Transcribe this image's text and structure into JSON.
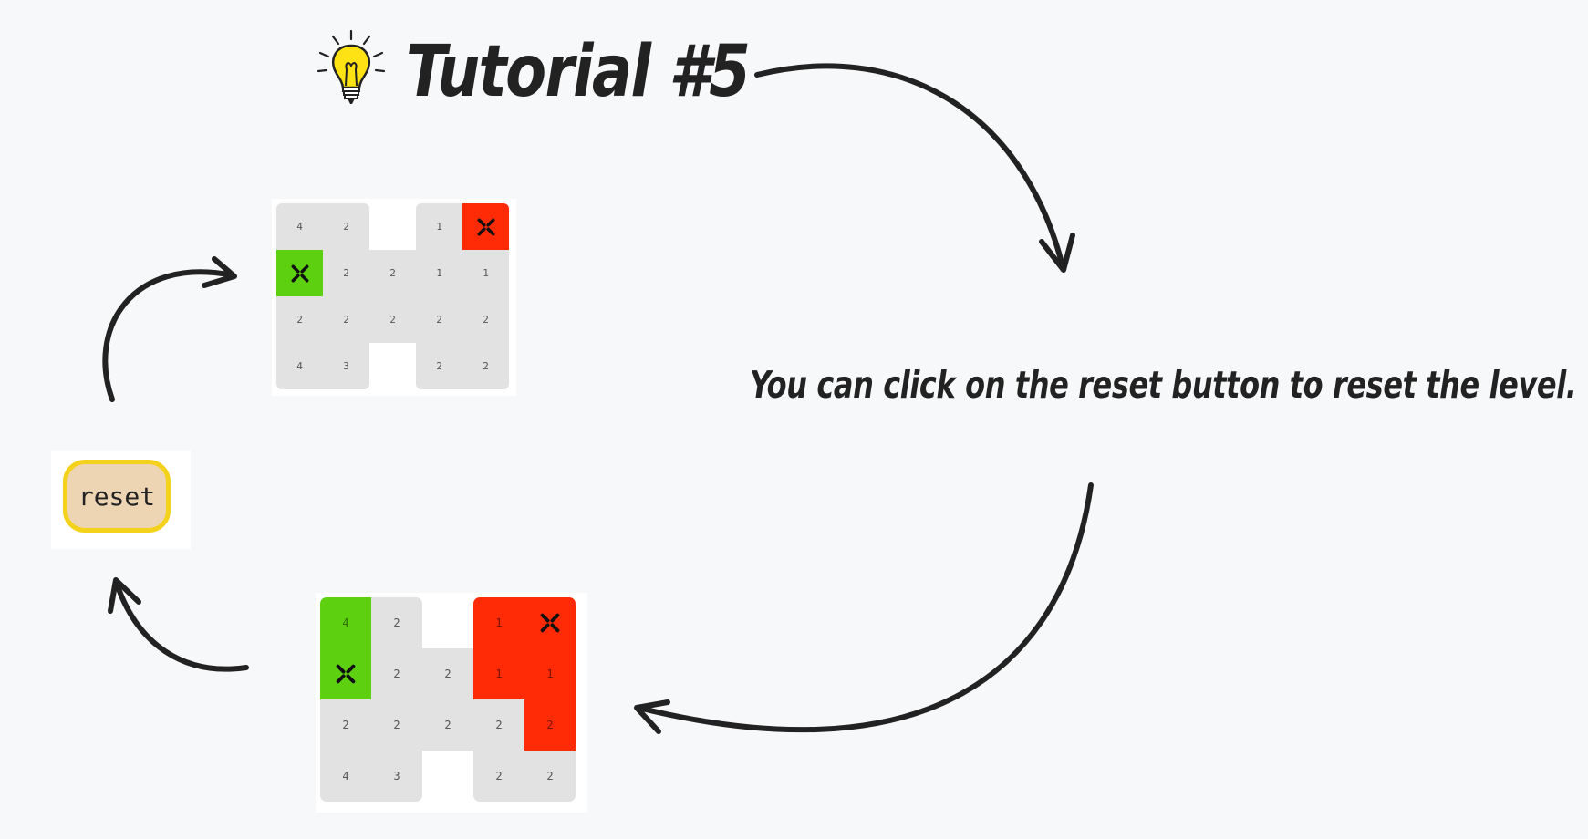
{
  "title": "Tutorial #5",
  "instruction": "You can click on the reset button to reset the level.",
  "reset_button_label": "reset",
  "colors": {
    "background": "#f7f8f9",
    "cell": "#e2e2e2",
    "start": "#5dd10f",
    "target": "#ff2a06",
    "reset_fill": "#edd5b3",
    "reset_border": "#f4d21c",
    "ink": "#222222"
  },
  "boards": {
    "after_reset": {
      "rows": [
        [
          "4",
          "2",
          null,
          "1",
          "X"
        ],
        [
          "X",
          "2",
          "2",
          "1",
          "1"
        ],
        [
          "2",
          "2",
          "2",
          "2",
          "2"
        ],
        [
          "4",
          "3",
          null,
          "2",
          "2"
        ]
      ],
      "colors": [
        [
          "cell",
          "cell",
          null,
          "cell",
          "target"
        ],
        [
          "start",
          "cell",
          "cell",
          "cell",
          "cell"
        ],
        [
          "cell",
          "cell",
          "cell",
          "cell",
          "cell"
        ],
        [
          "cell",
          "cell",
          null,
          "cell",
          "cell"
        ]
      ]
    },
    "in_progress": {
      "rows": [
        [
          "4",
          "2",
          null,
          "1",
          "X"
        ],
        [
          "X",
          "2",
          "2",
          "1",
          "1"
        ],
        [
          "2",
          "2",
          "2",
          "2",
          "2"
        ],
        [
          "4",
          "3",
          null,
          "2",
          "2"
        ]
      ],
      "colors": [
        [
          "start",
          "cell",
          null,
          "target",
          "target"
        ],
        [
          "start",
          "cell",
          "cell",
          "target",
          "target"
        ],
        [
          "cell",
          "cell",
          "cell",
          "cell",
          "target"
        ],
        [
          "cell",
          "cell",
          null,
          "cell",
          "cell"
        ]
      ]
    }
  }
}
